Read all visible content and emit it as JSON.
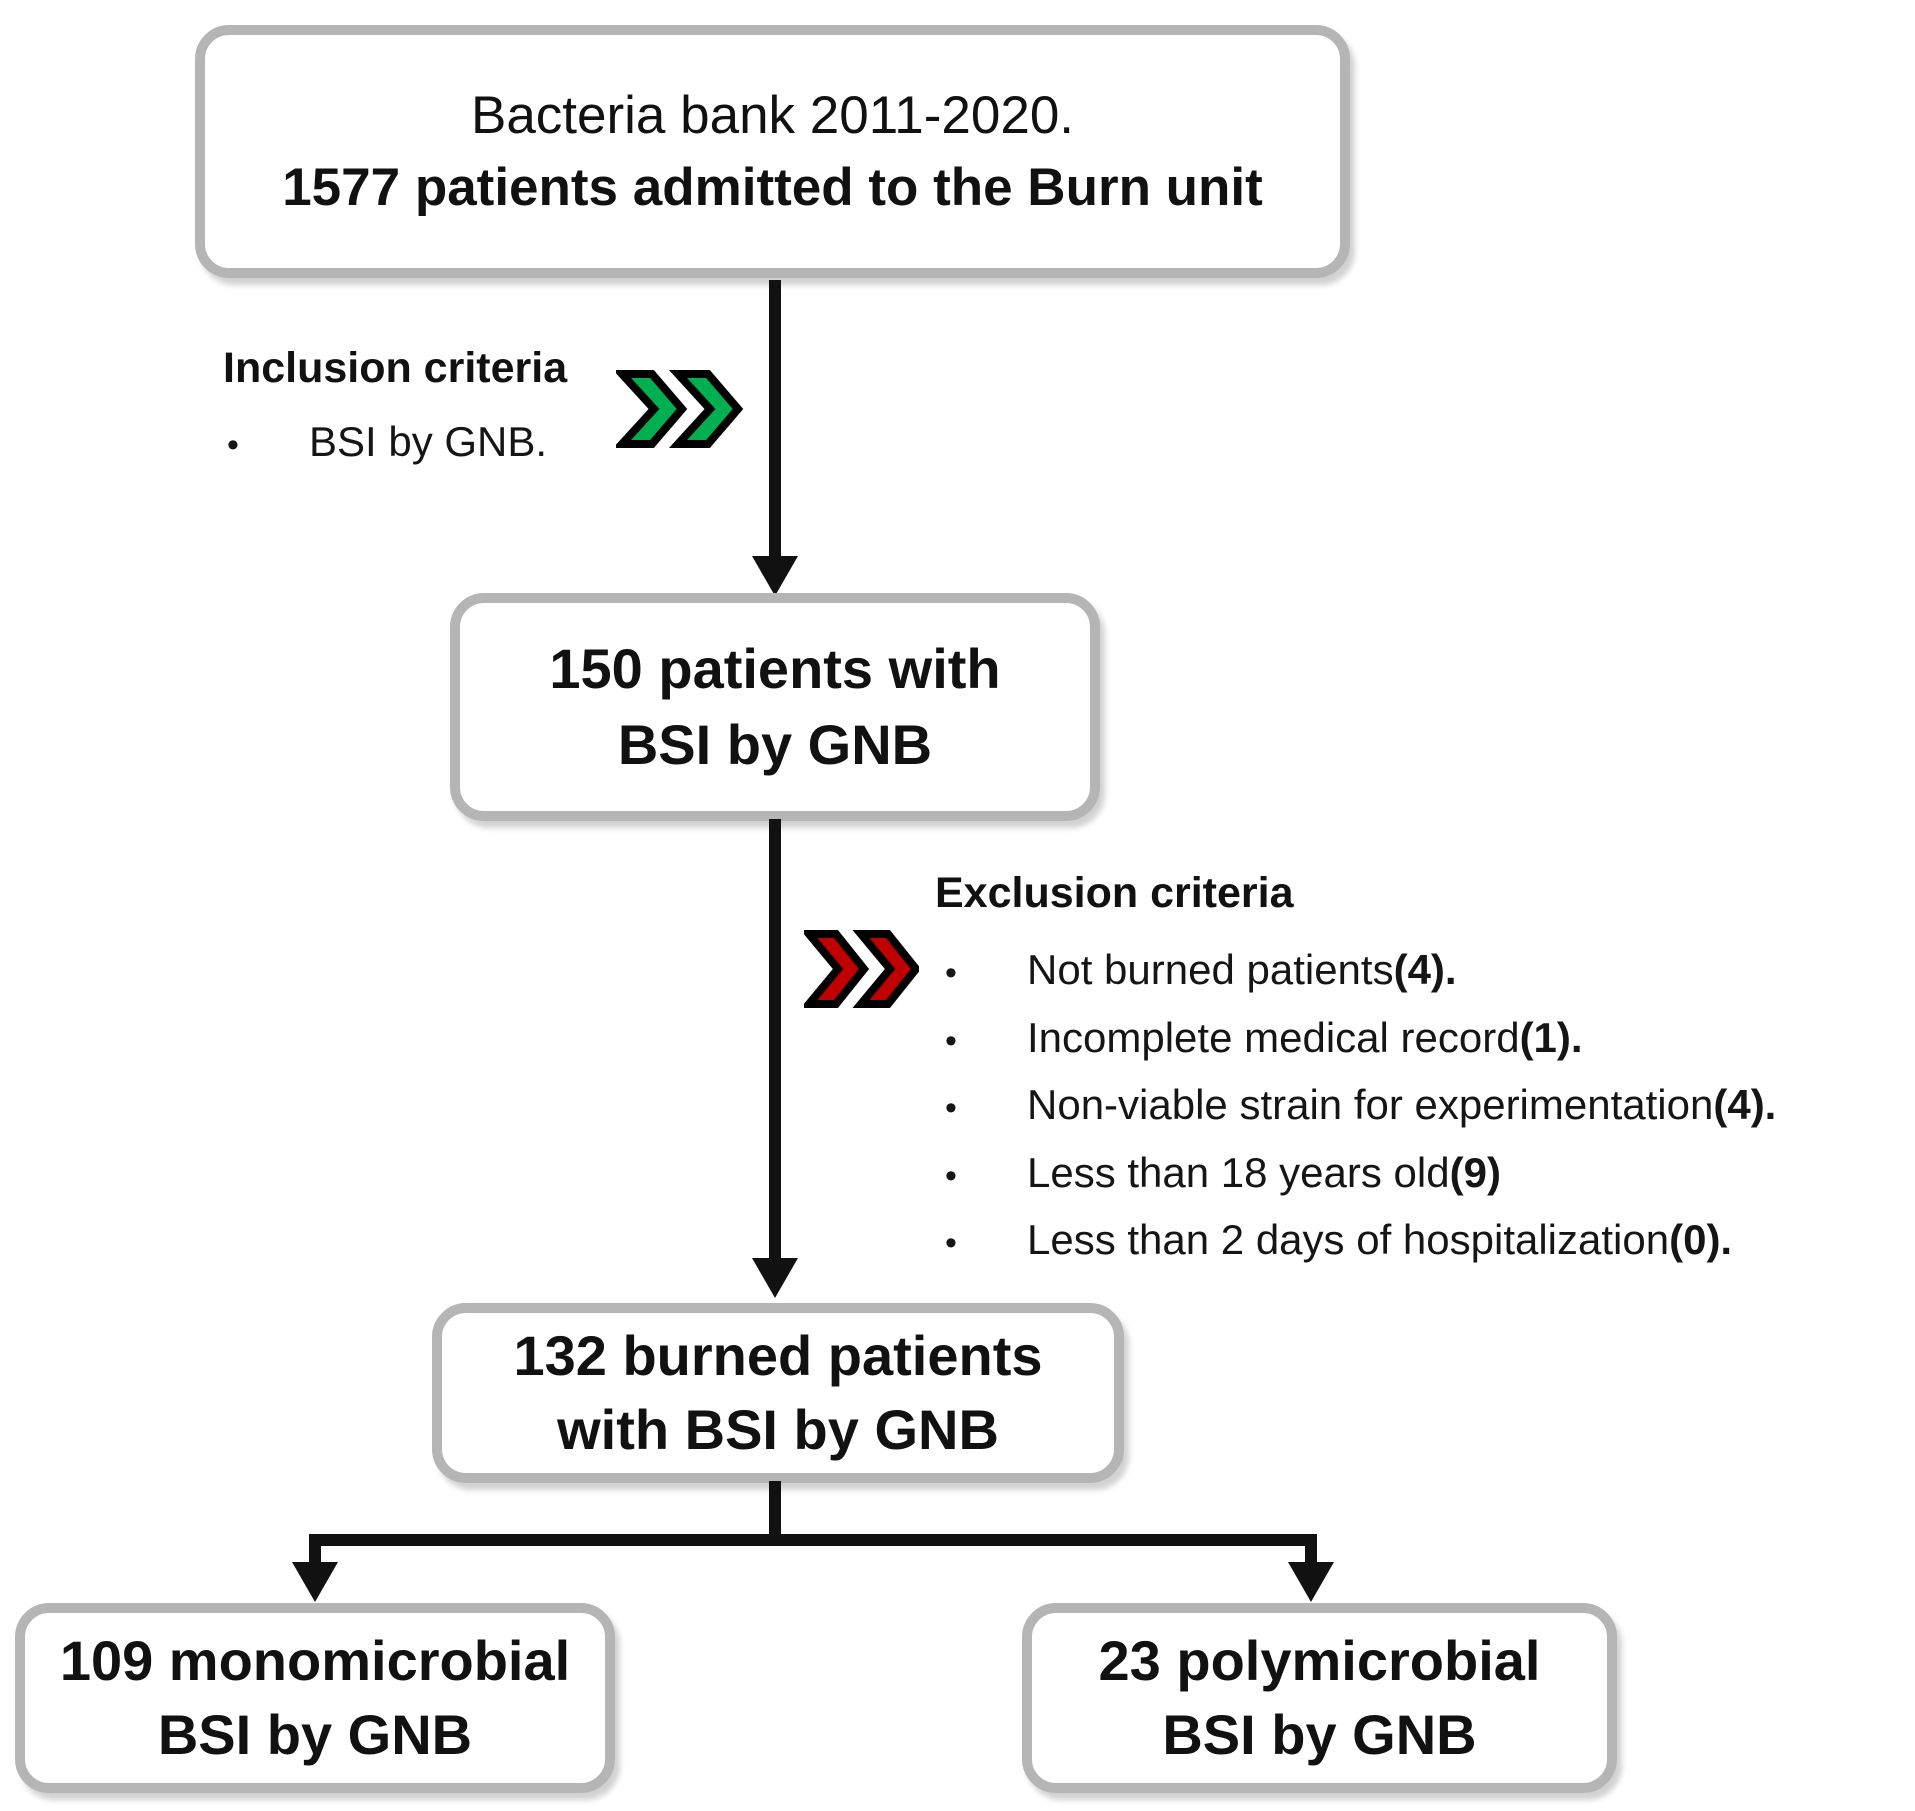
{
  "boxes": {
    "source": {
      "line1": "Bacteria bank 2011-2020.",
      "line2": "1577 patients admitted to the Burn unit"
    },
    "included": {
      "line1": "150 patients with",
      "line2": "BSI by GNB"
    },
    "analyzed": {
      "line1": "132 burned patients",
      "line2": "with BSI by GNB"
    },
    "mono": {
      "line1": "109 monomicrobial",
      "line2": "BSI by GNB"
    },
    "poly": {
      "line1": "23 polymicrobial",
      "line2": "BSI by GNB"
    }
  },
  "inclusion": {
    "title": "Inclusion criteria",
    "bullet": "•",
    "items": [
      {
        "text": "BSI by GNB."
      }
    ]
  },
  "exclusion": {
    "title": "Exclusion criteria",
    "bullet": "•",
    "items": [
      {
        "text": "Not burned patients ",
        "count": "(4)."
      },
      {
        "text": "Incomplete medical record ",
        "count": "(1)."
      },
      {
        "text": "Non-viable strain for experimentation ",
        "count": "(4)."
      },
      {
        "text": "Less than 18 years old ",
        "count": "(9)"
      },
      {
        "text": "Less than 2 days of hospitalization ",
        "count": "(0)."
      }
    ]
  },
  "colors": {
    "inclusion_chevron": "#00B050",
    "exclusion_chevron": "#C00000",
    "box_border": "#b5b5b5",
    "arrow": "#111111"
  }
}
